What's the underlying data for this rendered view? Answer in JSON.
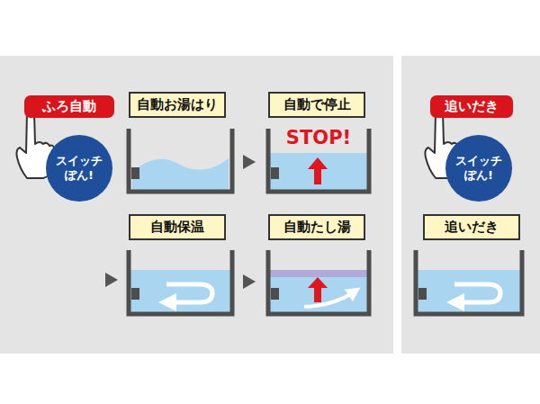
{
  "diagram": {
    "nodes": [
      {
        "text": [
          "ふろ自動"
        ]
      },
      {
        "text": [
          "スイッチ ぽん!"
        ]
      },
      {
        "text": [
          "自動お湯はり"
        ]
      },
      {
        "text": [
          "自動で停止"
        ]
      },
      {
        "text": [
          "自動保温"
        ]
      },
      {
        "text": [
          "自動たし湯"
        ]
      },
      {
        "text": [
          "追いだき"
        ]
      },
      {
        "text": [
          "スイッチ ぽん!"
        ]
      },
      {
        "text": [
          "追いだき"
        ]
      }
    ],
    "labels": [
      "STOP!"
    ]
  }
}
